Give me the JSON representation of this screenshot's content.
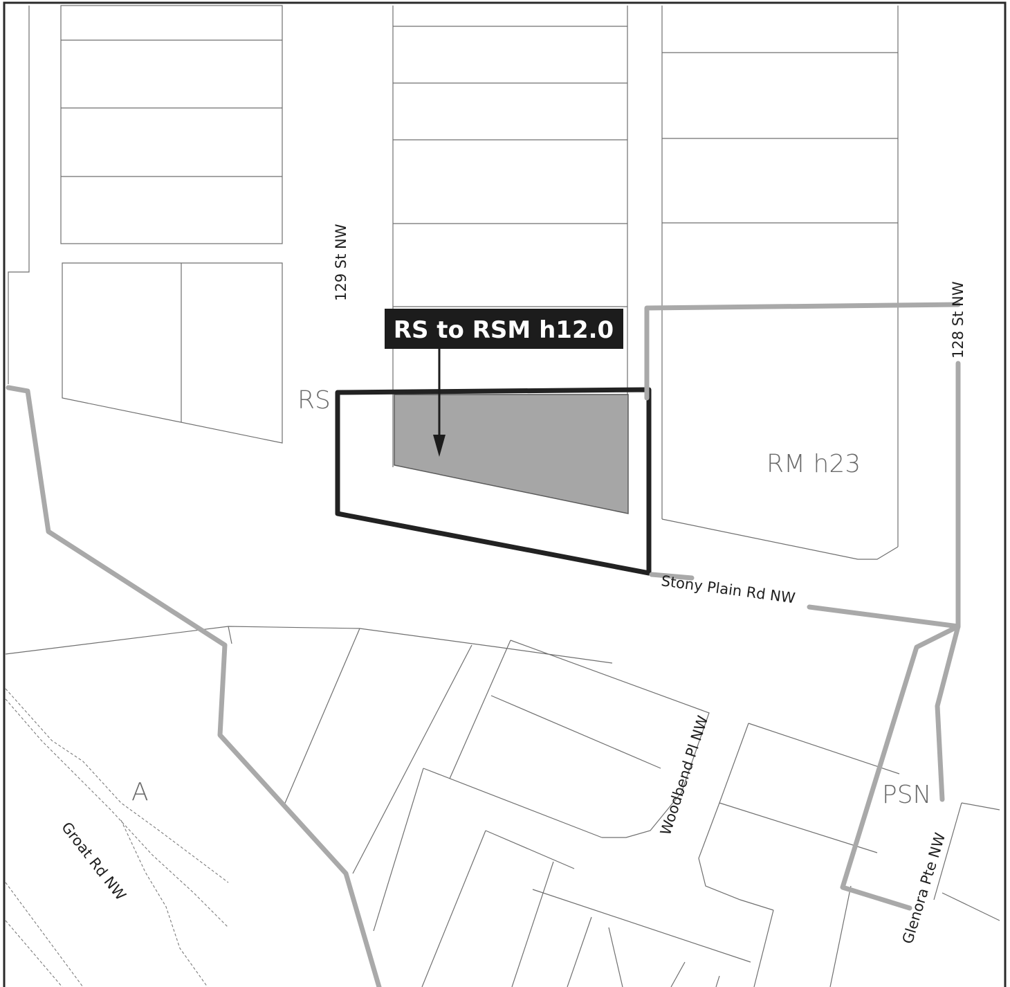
{
  "map": {
    "callout": {
      "text": "RS to RSM h12.0"
    },
    "zones": {
      "rs": "RS",
      "rm_h23": "RM h23",
      "a": "A",
      "psn": "PSN"
    },
    "streets": {
      "st_129": "129 St NW",
      "st_128": "128 St NW",
      "stony_plain": "Stony Plain Rd NW",
      "woodbend": "Woodbend Pl NW",
      "groat": "Groat Rd NW",
      "glenora": "Glenora Pte NW"
    },
    "colors": {
      "subject_fill": "#a6a6a6",
      "subject_outline": "#222222",
      "boundary": "#a9a9a9",
      "callout_bg": "#1c1c1c",
      "callout_text": "#ffffff"
    }
  }
}
